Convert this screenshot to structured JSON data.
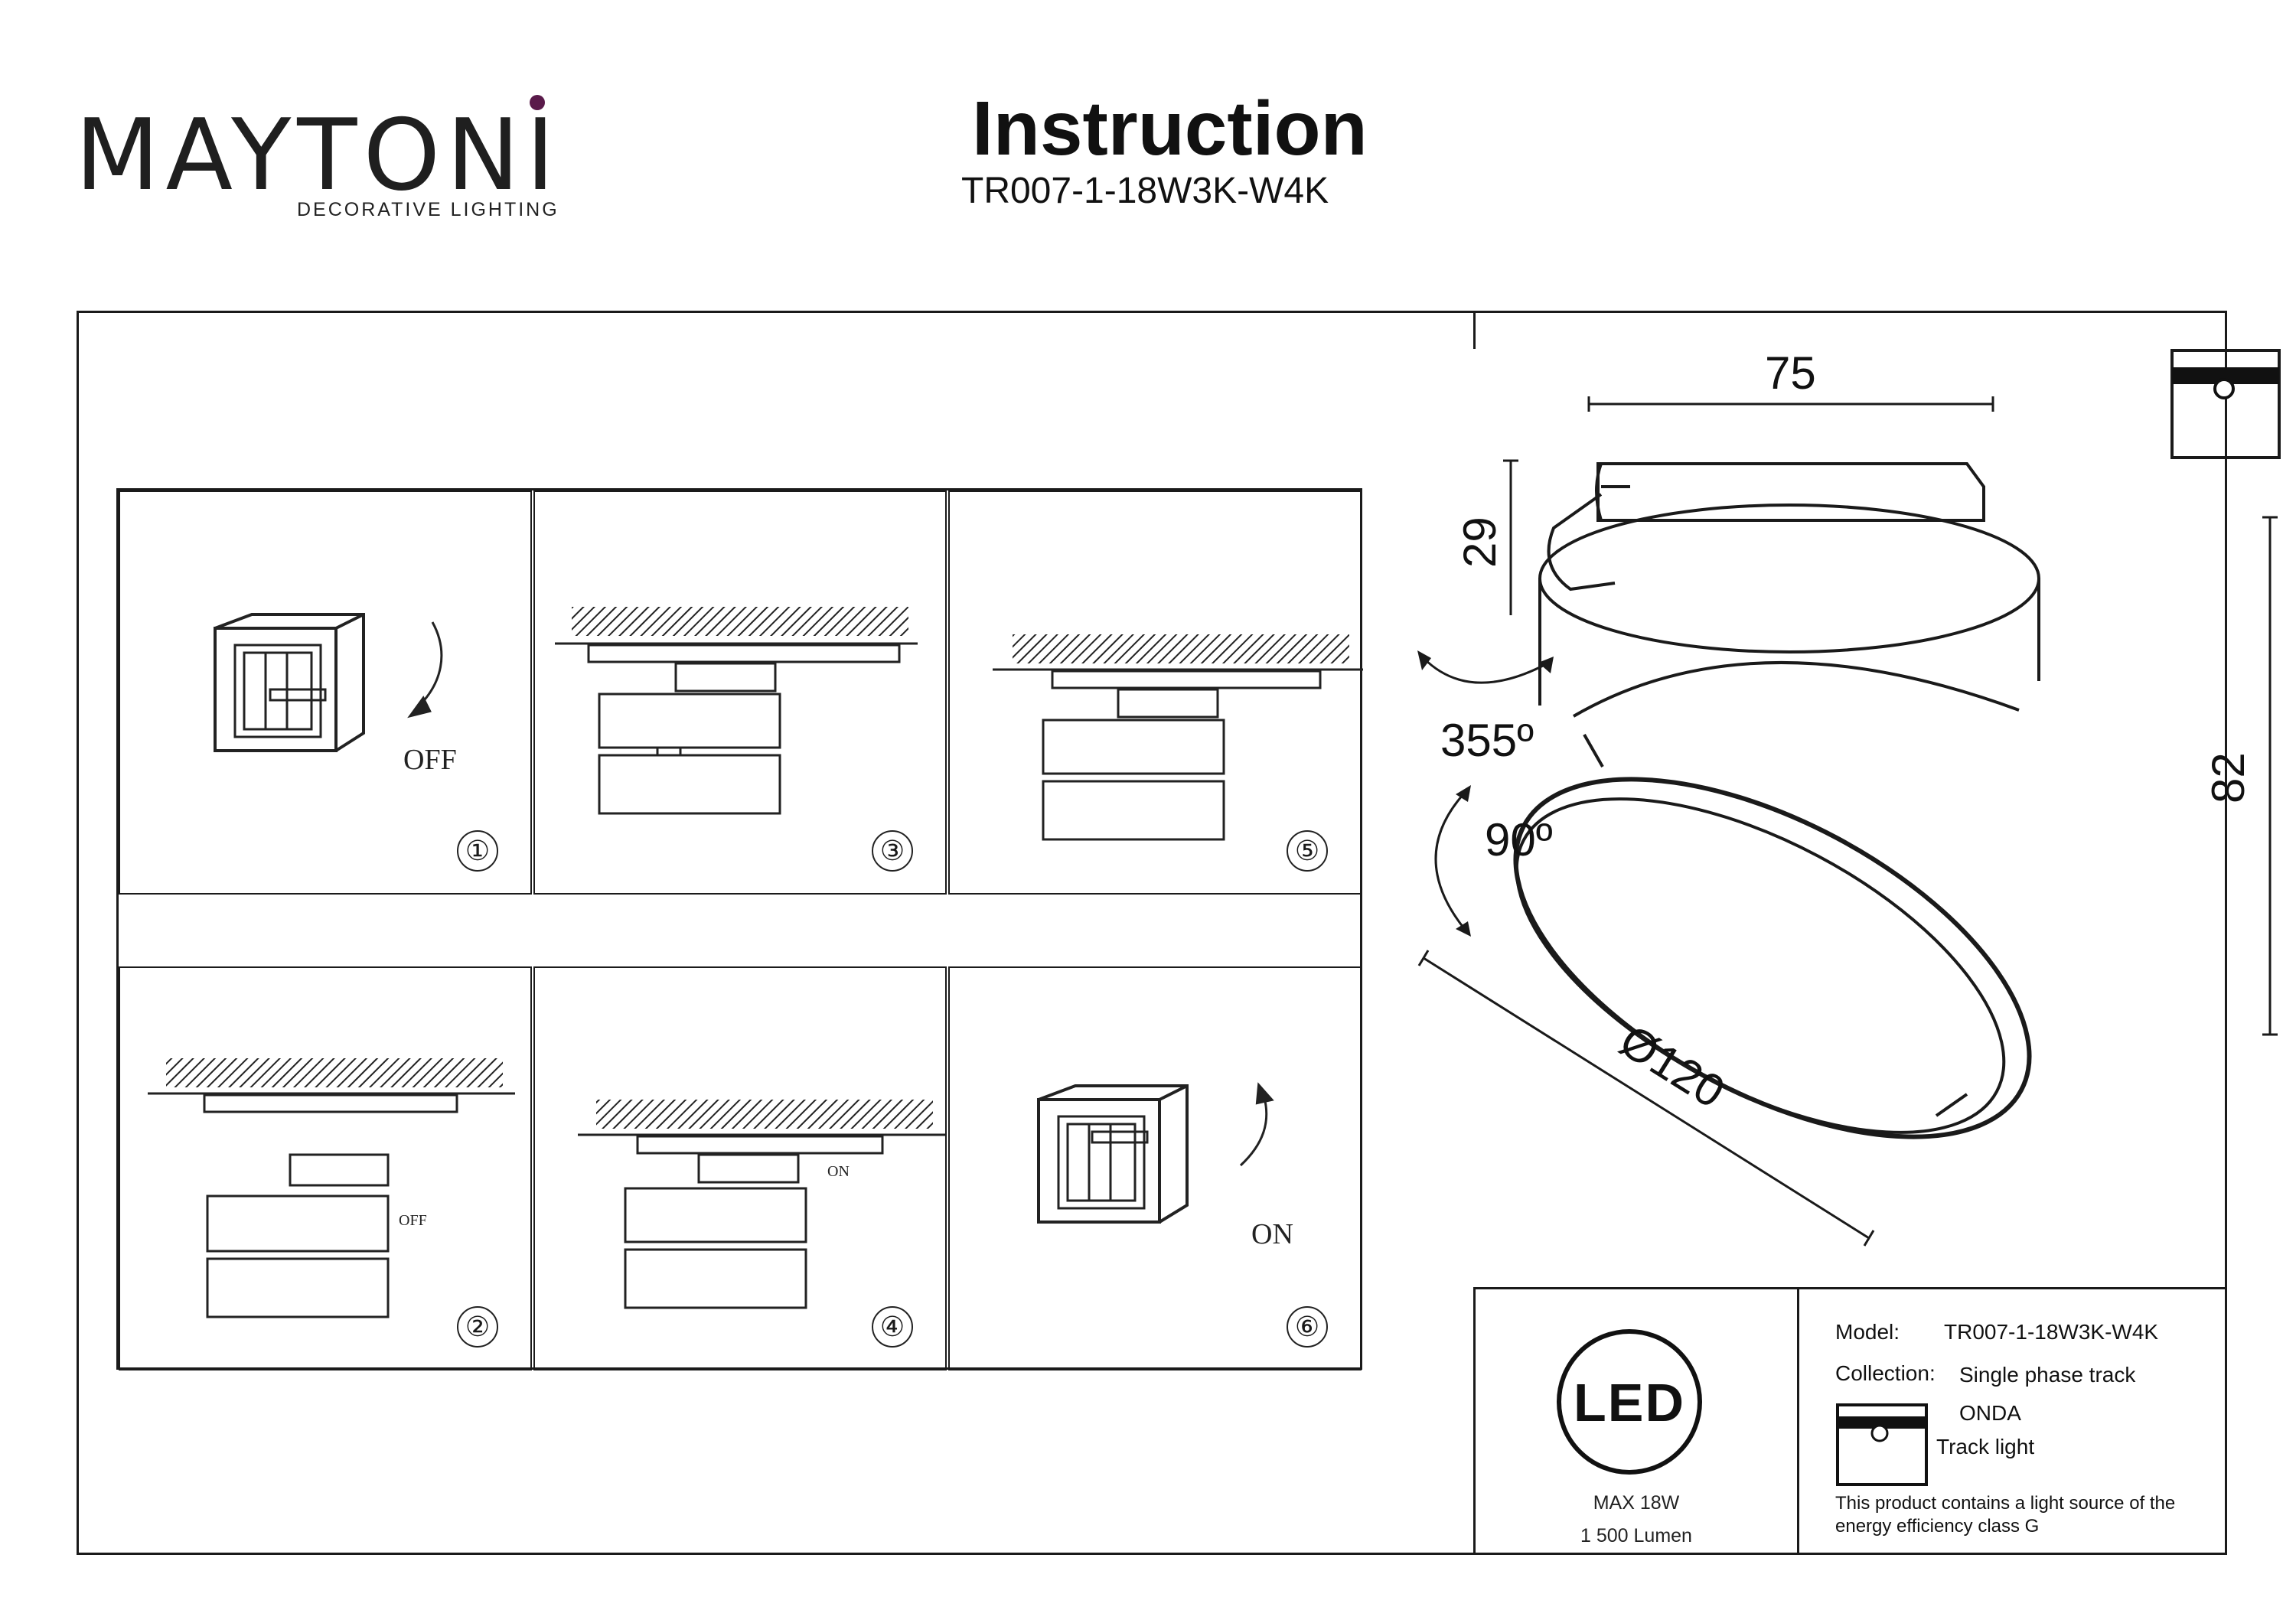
{
  "header": {
    "brand": "MAYTONI",
    "tagline": "DECORATIVE LIGHTING",
    "title": "Instruction",
    "model": "TR007-1-18W3K-W4K"
  },
  "steps": [
    {
      "number": "①",
      "label": "OFF"
    },
    {
      "number": "②",
      "label": "OFF"
    },
    {
      "number": "③",
      "label": ""
    },
    {
      "number": "④",
      "label": "ON"
    },
    {
      "number": "⑤",
      "label": ""
    },
    {
      "number": "⑥",
      "label": "ON"
    }
  ],
  "dimensions": {
    "width": "75",
    "mount_height": "29",
    "total_height": "82",
    "diameter": "Ø120",
    "rotate_horizontal": "355º",
    "tilt": "90º"
  },
  "specs": {
    "led_label": "LED",
    "power": "MAX 18W",
    "lumen": "1 500 Lumen"
  },
  "info": {
    "model_label": "Model:",
    "model_value": "TR007-1-18W3K-W4K",
    "collection_label": "Collection:",
    "collection_value": "Single phase track",
    "collection_name": "ONDA",
    "type": "Track light",
    "energy_note": "This product contains a light source of the energy efficiency class G"
  },
  "icons": [
    "track-type-icon",
    "led-badge-icon",
    "rotate-arrow-icon",
    "switch-box-icon"
  ]
}
